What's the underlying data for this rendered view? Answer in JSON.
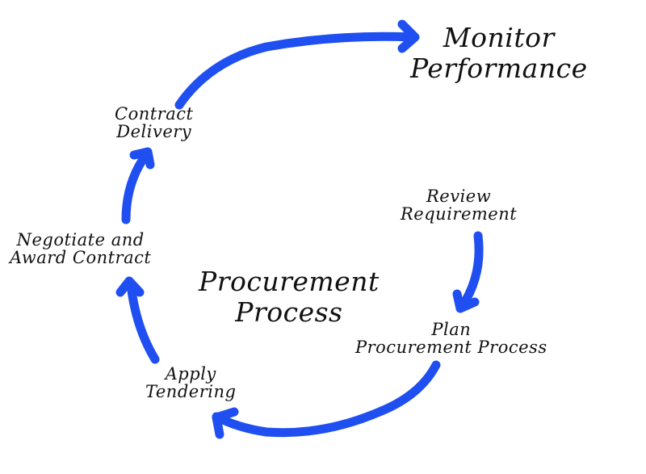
{
  "diagram": {
    "type": "cycle",
    "title": [
      "Procurement",
      "Process"
    ],
    "arrow_color": "#1f4ff0",
    "text_color": "#111111",
    "steps": [
      {
        "id": "review",
        "lines": [
          "Review",
          "Requirement"
        ]
      },
      {
        "id": "plan",
        "lines": [
          "Plan",
          "Procurement Process"
        ]
      },
      {
        "id": "apply",
        "lines": [
          "Apply",
          "Tendering"
        ]
      },
      {
        "id": "negotiate",
        "lines": [
          "Negotiate and",
          "Award Contract"
        ]
      },
      {
        "id": "contract",
        "lines": [
          "Contract",
          "Delivery"
        ]
      },
      {
        "id": "monitor",
        "lines": [
          "Monitor",
          "Performance"
        ]
      }
    ],
    "flow": [
      [
        "review",
        "plan"
      ],
      [
        "plan",
        "apply"
      ],
      [
        "apply",
        "negotiate"
      ],
      [
        "negotiate",
        "contract"
      ],
      [
        "contract",
        "monitor"
      ]
    ]
  }
}
